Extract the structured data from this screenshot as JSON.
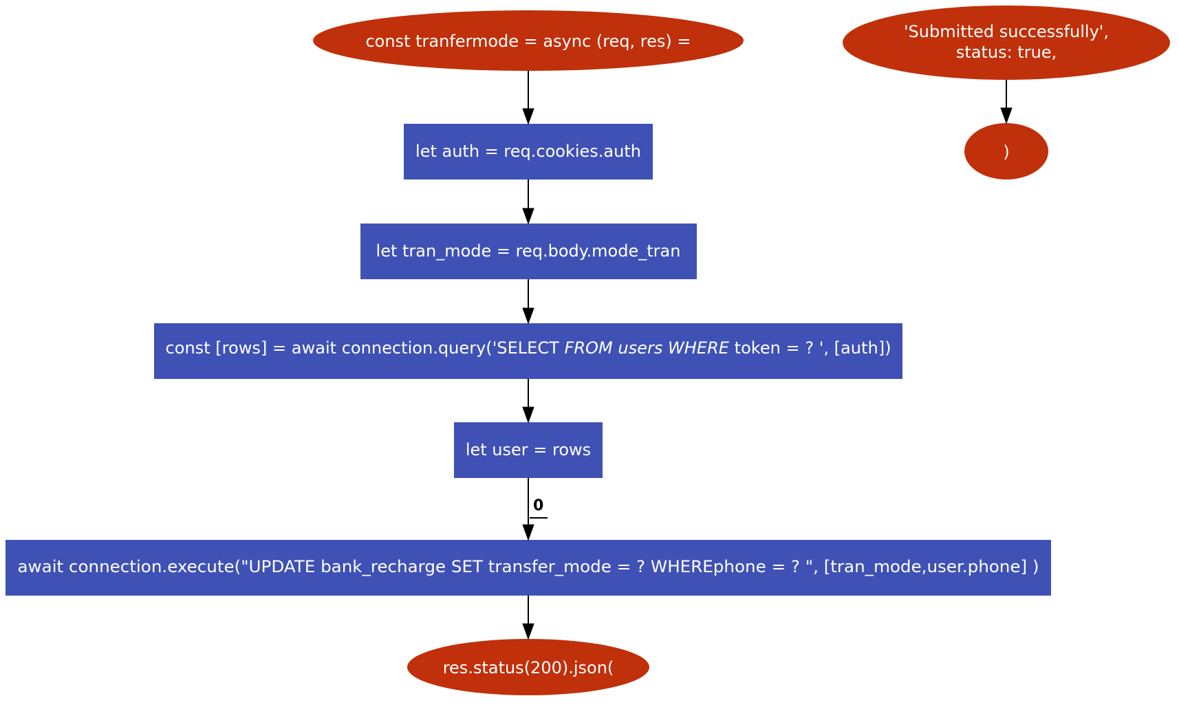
{
  "colors": {
    "terminal": "#c0300a",
    "process": "#3f51b5",
    "edge": "#000000",
    "text": "#ffffff"
  },
  "nodes": {
    "start": {
      "text": "const tranfermode = async (req, res) ="
    },
    "auth": {
      "text": "let auth = req.cookies.auth"
    },
    "tran_mode": {
      "text": "let tran_mode = req.body.mode_tran"
    },
    "query": {
      "text_a": "const [rows] = await connection.query('SELECT ",
      "text_b": "FROM users WHERE",
      "text_c": " token = ? ', [auth])"
    },
    "user": {
      "text": "let user = rows"
    },
    "execute": {
      "text": "await connection.execute(\"UPDATE bank_recharge SET transfer_mode = ?  WHEREphone = ? \", [tran_mode,user.phone] )"
    },
    "status": {
      "text": "res.status(200).json("
    },
    "submitted": {
      "line1": "'Submitted successfully',",
      "line2": "status: true,"
    },
    "close": {
      "text": ")"
    }
  },
  "edges": {
    "user_to_execute_label": "0"
  }
}
